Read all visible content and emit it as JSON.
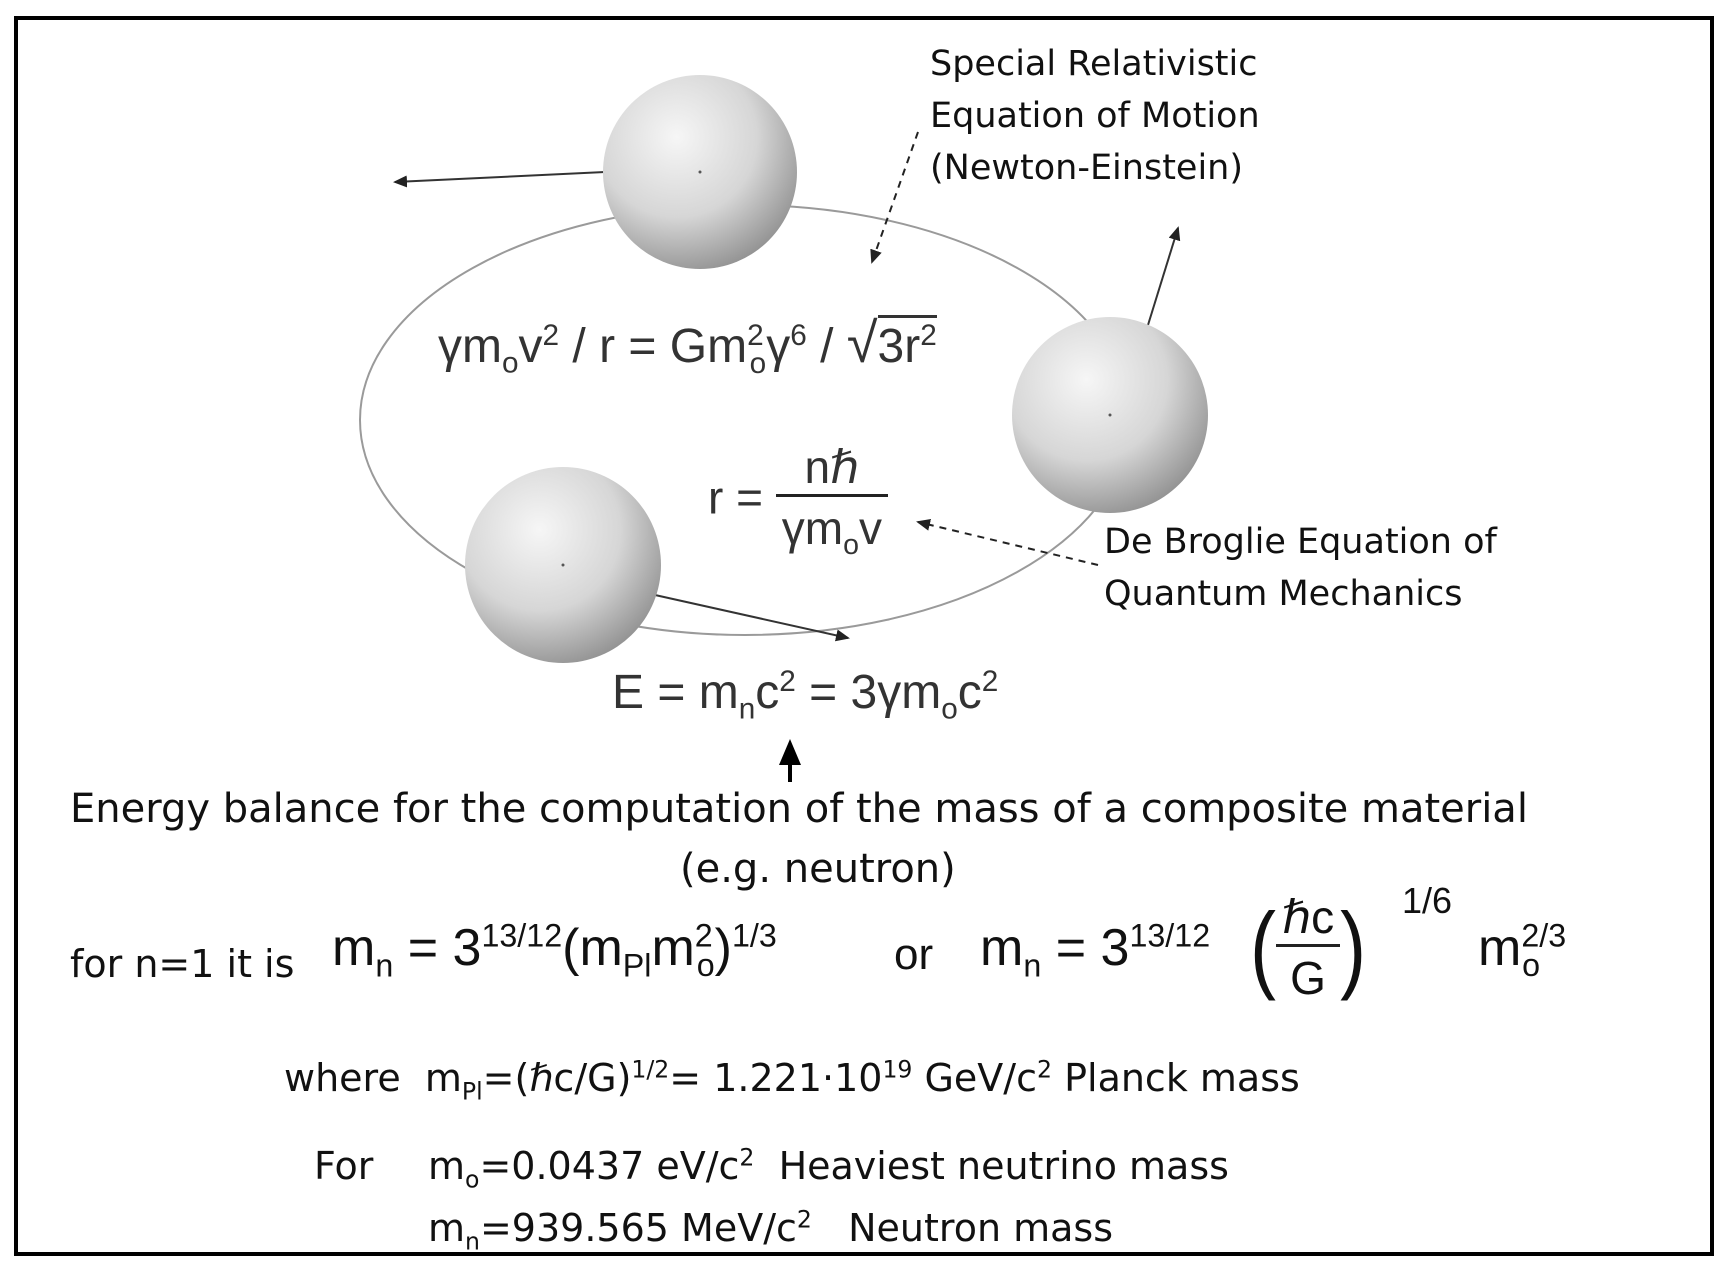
{
  "labels": {
    "special_relativistic": [
      "Special Relativistic",
      "Equation of Motion",
      "(Newton-Einstein)"
    ],
    "de_broglie": [
      "De Broglie Equation of",
      "Quantum Mechanics"
    ]
  },
  "equations": {
    "motion": {
      "gamma": "γ",
      "m": "m",
      "o": "o",
      "v": "v",
      "two": "2",
      "slash_r_eq": " / r = ",
      "G": "Gm",
      "six": "6",
      "slash": " / ",
      "three_r": "3r"
    },
    "radius": {
      "r_eq": "r = ",
      "num": "nℏ",
      "den_gamma_m": "γm",
      "o": "o",
      "v": "v"
    },
    "energy": {
      "E_eq_m": "E = m",
      "n": "n",
      "c": "c",
      "two": "2",
      "eq3": " = 3γm",
      "o": "o"
    }
  },
  "text": {
    "energy_balance": "Energy balance for the computation of the mass of a composite material",
    "example": "(e.g. neutron)",
    "for_n1": "for n=1 it is",
    "or": "or",
    "where": "where",
    "planck_mass": "Planck mass",
    "for": "For",
    "heaviest_neutrino": "Heaviest neutrino mass",
    "neutron_mass": "Neutron mass"
  },
  "formulas": {
    "mn": "m",
    "n": "n",
    "eqsign": " = 3",
    "exp1312": "13/12",
    "mPl_open": "(m",
    "Pl": "Pl",
    "m_o": "m",
    "o": "o",
    "sq": "2",
    "exp13": "1/3",
    "hbar_c": "ℏc",
    "G": "G",
    "exp16": "1/6",
    "exp23": "2/3",
    "where_mpl": "m",
    "where_mpl_sub": "Pl",
    "where_rest": "=(ℏc/G)",
    "where_half": "1/2",
    "where_value": "= 1.221·10",
    "where_exp": "19",
    "where_unit": " GeV/c",
    "where_unit_exp": "2",
    "mo_value": "=0.0437 eV/c",
    "mn_value": "=939.565 MeV/c",
    "c_exp": "2"
  },
  "colors": {
    "sphere_light": "#f4f4f4",
    "sphere_dark": "#8e8e8e",
    "frame": "#000000",
    "orbit": "#9a9a9a"
  }
}
